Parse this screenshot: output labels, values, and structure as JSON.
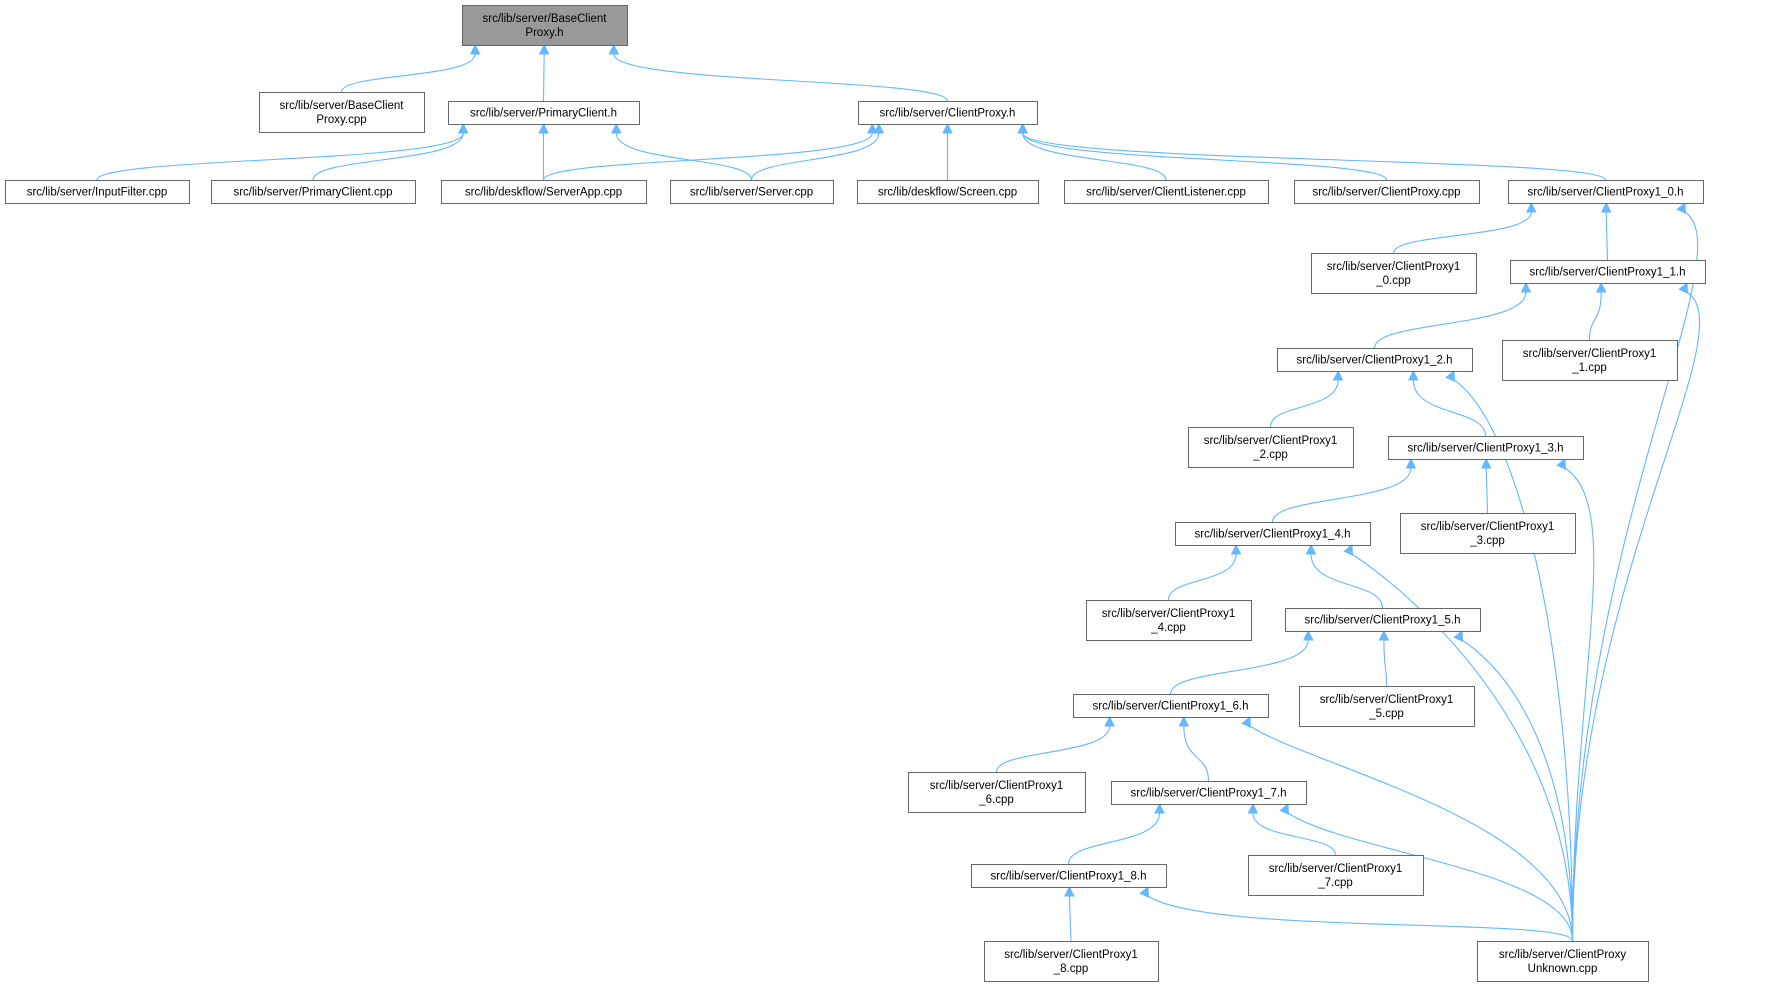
{
  "graph": {
    "nodes": [
      {
        "id": "base_h",
        "lines": [
          "src/lib/server/BaseClient",
          "Proxy.h"
        ],
        "root": true
      },
      {
        "id": "base_cpp",
        "lines": [
          "src/lib/server/BaseClient",
          "Proxy.cpp"
        ]
      },
      {
        "id": "primary_h",
        "lines": [
          "src/lib/server/PrimaryClient.h"
        ]
      },
      {
        "id": "cp_h",
        "lines": [
          "src/lib/server/ClientProxy.h"
        ]
      },
      {
        "id": "inputfilter",
        "lines": [
          "src/lib/server/InputFilter.cpp"
        ]
      },
      {
        "id": "primary_cpp",
        "lines": [
          "src/lib/server/PrimaryClient.cpp"
        ]
      },
      {
        "id": "serverapp",
        "lines": [
          "src/lib/deskflow/ServerApp.cpp"
        ]
      },
      {
        "id": "server_cpp",
        "lines": [
          "src/lib/server/Server.cpp"
        ]
      },
      {
        "id": "screen",
        "lines": [
          "src/lib/deskflow/Screen.cpp"
        ]
      },
      {
        "id": "listener",
        "lines": [
          "src/lib/server/ClientListener.cpp"
        ]
      },
      {
        "id": "cp_cpp",
        "lines": [
          "src/lib/server/ClientProxy.cpp"
        ]
      },
      {
        "id": "cp10_h",
        "lines": [
          "src/lib/server/ClientProxy1_0.h"
        ]
      },
      {
        "id": "cp10_cpp",
        "lines": [
          "src/lib/server/ClientProxy1",
          "_0.cpp"
        ]
      },
      {
        "id": "cp11_h",
        "lines": [
          "src/lib/server/ClientProxy1_1.h"
        ]
      },
      {
        "id": "cp12_h",
        "lines": [
          "src/lib/server/ClientProxy1_2.h"
        ]
      },
      {
        "id": "cp11_cpp",
        "lines": [
          "src/lib/server/ClientProxy1",
          "_1.cpp"
        ]
      },
      {
        "id": "cp12_cpp",
        "lines": [
          "src/lib/server/ClientProxy1",
          "_2.cpp"
        ]
      },
      {
        "id": "cp13_h",
        "lines": [
          "src/lib/server/ClientProxy1_3.h"
        ]
      },
      {
        "id": "cp14_h",
        "lines": [
          "src/lib/server/ClientProxy1_4.h"
        ]
      },
      {
        "id": "cp13_cpp",
        "lines": [
          "src/lib/server/ClientProxy1",
          "_3.cpp"
        ]
      },
      {
        "id": "cp14_cpp",
        "lines": [
          "src/lib/server/ClientProxy1",
          "_4.cpp"
        ]
      },
      {
        "id": "cp15_h",
        "lines": [
          "src/lib/server/ClientProxy1_5.h"
        ]
      },
      {
        "id": "cp16_h",
        "lines": [
          "src/lib/server/ClientProxy1_6.h"
        ]
      },
      {
        "id": "cp15_cpp",
        "lines": [
          "src/lib/server/ClientProxy1",
          "_5.cpp"
        ]
      },
      {
        "id": "cp16_cpp",
        "lines": [
          "src/lib/server/ClientProxy1",
          "_6.cpp"
        ]
      },
      {
        "id": "cp17_h",
        "lines": [
          "src/lib/server/ClientProxy1_7.h"
        ]
      },
      {
        "id": "cp18_h",
        "lines": [
          "src/lib/server/ClientProxy1_8.h"
        ]
      },
      {
        "id": "cp17_cpp",
        "lines": [
          "src/lib/server/ClientProxy1",
          "_7.cpp"
        ]
      },
      {
        "id": "cp18_cpp",
        "lines": [
          "src/lib/server/ClientProxy1",
          "_8.cpp"
        ]
      },
      {
        "id": "unknown",
        "lines": [
          "src/lib/server/ClientProxy",
          "Unknown.cpp"
        ]
      }
    ],
    "edges": [
      {
        "from": "base_cpp",
        "to": "base_h"
      },
      {
        "from": "primary_h",
        "to": "base_h"
      },
      {
        "from": "cp_h",
        "to": "base_h"
      },
      {
        "from": "inputfilter",
        "to": "primary_h"
      },
      {
        "from": "primary_cpp",
        "to": "primary_h"
      },
      {
        "from": "serverapp",
        "to": "primary_h"
      },
      {
        "from": "server_cpp",
        "to": "primary_h"
      },
      {
        "from": "serverapp",
        "to": "cp_h"
      },
      {
        "from": "server_cpp",
        "to": "cp_h"
      },
      {
        "from": "screen",
        "to": "cp_h"
      },
      {
        "from": "listener",
        "to": "cp_h"
      },
      {
        "from": "cp_cpp",
        "to": "cp_h"
      },
      {
        "from": "cp10_h",
        "to": "cp_h"
      },
      {
        "from": "cp10_cpp",
        "to": "cp10_h"
      },
      {
        "from": "cp11_h",
        "to": "cp10_h"
      },
      {
        "from": "unknown",
        "to": "cp10_h"
      },
      {
        "from": "cp12_h",
        "to": "cp11_h"
      },
      {
        "from": "cp11_cpp",
        "to": "cp11_h"
      },
      {
        "from": "unknown",
        "to": "cp11_h"
      },
      {
        "from": "cp12_cpp",
        "to": "cp12_h"
      },
      {
        "from": "cp13_h",
        "to": "cp12_h"
      },
      {
        "from": "unknown",
        "to": "cp12_h"
      },
      {
        "from": "cp14_h",
        "to": "cp13_h"
      },
      {
        "from": "cp13_cpp",
        "to": "cp13_h"
      },
      {
        "from": "unknown",
        "to": "cp13_h"
      },
      {
        "from": "cp14_cpp",
        "to": "cp14_h"
      },
      {
        "from": "cp15_h",
        "to": "cp14_h"
      },
      {
        "from": "unknown",
        "to": "cp14_h"
      },
      {
        "from": "cp16_h",
        "to": "cp15_h"
      },
      {
        "from": "cp15_cpp",
        "to": "cp15_h"
      },
      {
        "from": "unknown",
        "to": "cp15_h"
      },
      {
        "from": "cp16_cpp",
        "to": "cp16_h"
      },
      {
        "from": "cp17_h",
        "to": "cp16_h"
      },
      {
        "from": "unknown",
        "to": "cp16_h"
      },
      {
        "from": "cp18_h",
        "to": "cp17_h"
      },
      {
        "from": "cp17_cpp",
        "to": "cp17_h"
      },
      {
        "from": "unknown",
        "to": "cp17_h"
      },
      {
        "from": "cp18_cpp",
        "to": "cp18_h"
      },
      {
        "from": "unknown",
        "to": "cp18_h"
      }
    ]
  },
  "colors": {
    "edge": "#63b8ff",
    "node_border": "#666666",
    "root_fill": "#999999",
    "node_fill": "#ffffff"
  }
}
